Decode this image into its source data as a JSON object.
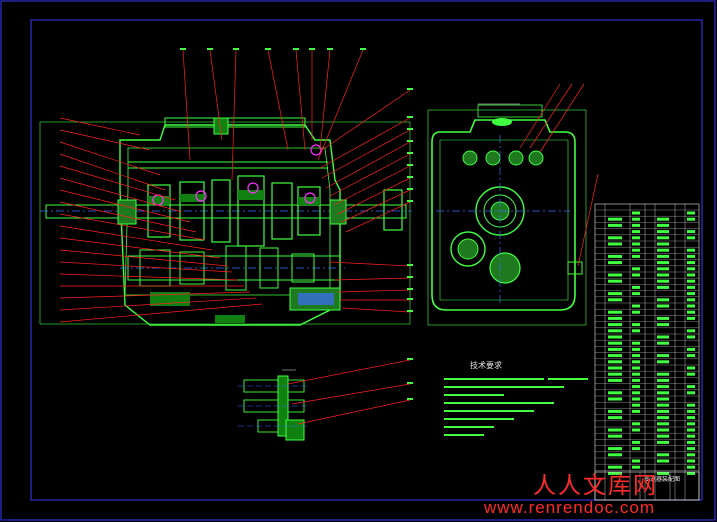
{
  "drawing": {
    "colors": {
      "background": "#000000",
      "frame": "#3a3aff",
      "outline": "#40ff40",
      "leader": "#ff2020",
      "centerline": "#3a6cff",
      "accent_magenta": "#ff30ff",
      "section_fill": "#108010",
      "text": "#e6e6e6"
    },
    "views": [
      "main-section-view",
      "side-section-view",
      "shift-fork-detail-view",
      "parts-list-table"
    ],
    "tech_requirements_heading": "技术要求",
    "title_block": {
      "name": "变速器装配图",
      "row1": "",
      "row2": ""
    }
  },
  "watermark": {
    "cn": "人人文库网",
    "url": "www.renrendoc.com"
  }
}
